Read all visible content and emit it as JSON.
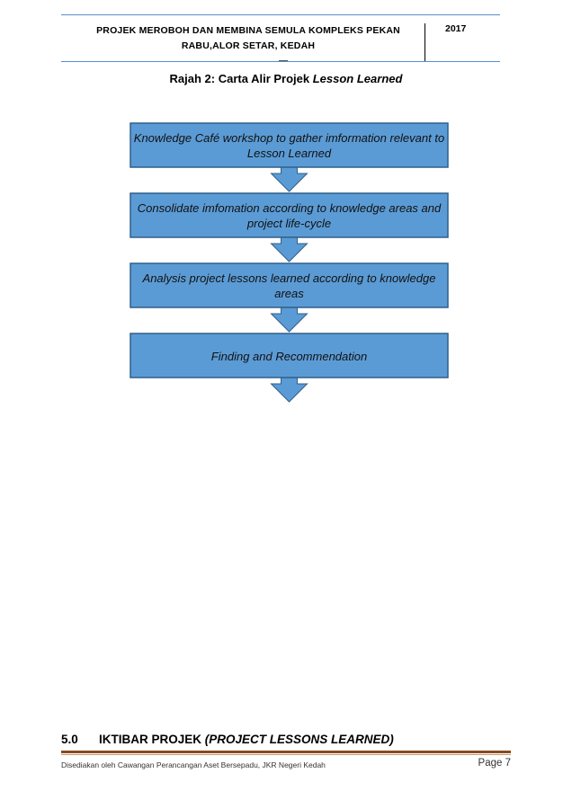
{
  "header": {
    "title_line1": "PROJEK MEROBOH DAN MEMBINA SEMULA KOMPLEKS PEKAN",
    "title_line2": "RABU,ALOR SETAR, KEDAH",
    "year": "2017"
  },
  "caption": {
    "prefix": "Rajah 2: Carta Alir Projek ",
    "italic": "Lesson Learned"
  },
  "flowchart": {
    "steps": [
      "Knowledge Café workshop to gather imformation relevant to Lesson Learned",
      "Consolidate imfomation according to knowledge areas and project life-cycle",
      "Analysis project lessons learned according to knowledge areas",
      "Finding and Recommendation"
    ],
    "colors": {
      "box_fill": "#5b9bd5",
      "box_stroke": "#2e5f8a"
    }
  },
  "section": {
    "number": "5.0",
    "title": "IKTIBAR PROJEK ",
    "title_italic": "(PROJECT LESSONS LEARNED)"
  },
  "footer": {
    "left": "Disediakan oleh Cawangan Perancangan Aset Bersepadu, JKR Negeri Kedah",
    "page": "Page 7"
  }
}
